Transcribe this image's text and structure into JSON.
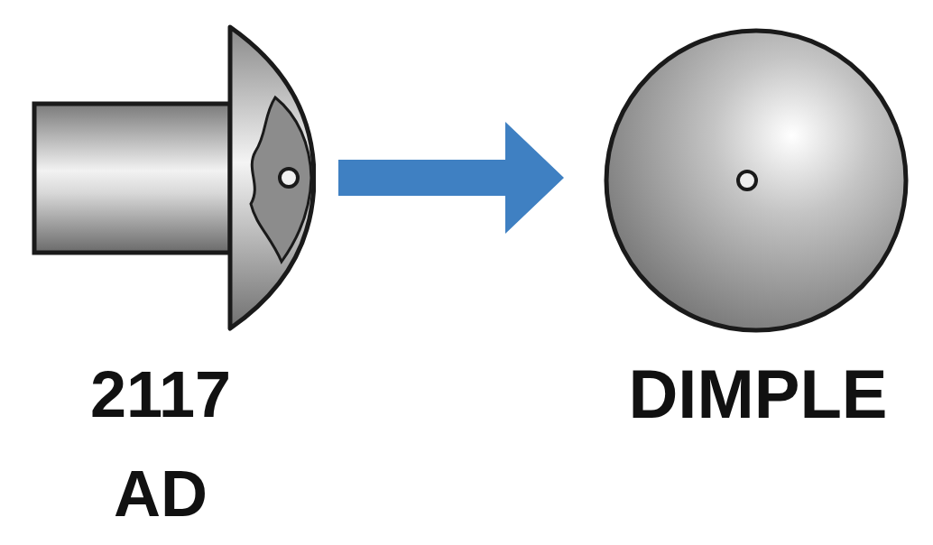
{
  "diagram": {
    "nodes": [
      {
        "text": [
          "2117 AD"
        ]
      },
      {
        "text": [
          "DIMPLE"
        ]
      }
    ],
    "edges": [
      {
        "from": 0,
        "to": 1,
        "arrow": "to"
      }
    ]
  }
}
